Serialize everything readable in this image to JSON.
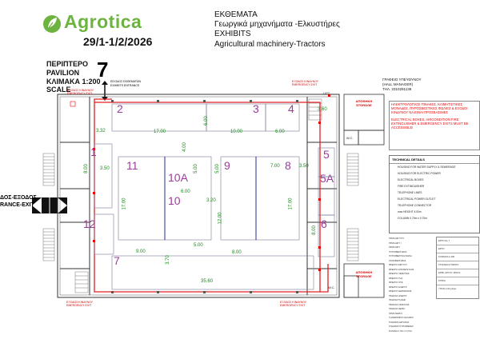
{
  "header": {
    "brand": "Agrotica",
    "dates": "29/1-1/2/2026",
    "exhibits_gr": "ΕΚΘΕΜΑΤΑ",
    "subtitle_gr": "Γεωργικά μηχανήματα -Ελκυστήρες",
    "exhibits_en": "EXHIBITS",
    "subtitle_en": "Agricultural machinery-Tractors"
  },
  "pavilion": {
    "label_gr": "ΠΕΡΙΠΤΕΡΟ",
    "label_en": "PAVILION",
    "scale_gr": "ΚΛΙΜΑΚΑ 1:200",
    "scale_en": "SCALE",
    "number": "7",
    "entrance_gr": "ΕΙΣΟΔΟΣ ΕΚΘΕΜΑΤΩΝ",
    "entrance_en": "EXHIBITS ENTRANCE"
  },
  "side_exit": {
    "gr": "ΔΟΣ-ΕΞΟΔΟΣ",
    "en": "RANCE-EXIT"
  },
  "manager": {
    "gr": "ΓΡΑΦΕΙΟ ΥΠΕΥΘΥΝΟΥ",
    "en": "(HALL MANAGER)",
    "tel": "ΤΗΛ. 2310291138"
  },
  "warning": {
    "gr": "ΗΛΕΚΤΡΟΛΟΓΙΚΟΙ ΠΙΝΑΚΕΣ, ΚΛΙΜΑΤΙΣΤΙΚΕΣ ΜΟΝΑΔΕΣ, ΠΥΡΟΣΒΕΣΤΙΚΕΣ ΦΩΛΙΕΣ & ΕΞΟΔΟΙ ΚΙΝΔΥΝΟΥ ΝΑ ΕΙΝΑΙ ΠΡΟΣΒΑΣΙΜΕΣ",
    "en": "ELECTRICAL BOXES, AIRCONDITION FIRE EXTINGUISHER & EMERGENCY EXITS MUST BE ACCESSIBLE!"
  },
  "technical": {
    "title": "TECHNICAL DETAILS",
    "items": [
      "HOUSING FOR WATER SUPPLY & SEWERAGE",
      "HOUSING FOR ELECTRIC POWER",
      "ELECTRICAL BOXES",
      "FIRE EXTINGUISHER",
      "TELEPHONE LINES",
      "ELECTRICAL POWER OUTLET",
      "TELEPHONE CONNECTOR",
      "max HEIGHT 4.00m",
      "COLUMN 0.70m x 0.70m"
    ]
  },
  "rooms": {
    "storage_gr": "ΑΠΟΘΗΚΗ",
    "storage_en": "STORAGE",
    "wc": "W.C.",
    "lift": "LIFT",
    "emergency": "ΕΞΟΔΟΣ ΚΙΝΔΥΝΟΥ EMERGENCY EXIT"
  },
  "booths": [
    {
      "id": "2"
    },
    {
      "id": "3"
    },
    {
      "id": "4"
    },
    {
      "id": "1"
    },
    {
      "id": "11"
    },
    {
      "id": "10A"
    },
    {
      "id": "10"
    },
    {
      "id": "9"
    },
    {
      "id": "8"
    },
    {
      "id": "5"
    },
    {
      "id": "5A"
    },
    {
      "id": "12"
    },
    {
      "id": "6"
    },
    {
      "id": "7"
    }
  ],
  "dimensions": {
    "d1": "3.32",
    "d2": "17.00",
    "d3": "6.00",
    "d4": "10.00",
    "d5": "6.00",
    "d6": "4.00",
    "d7": "8.00",
    "d8": "3.50",
    "d9": "5.00",
    "d10": "17.00",
    "d11": "6.00",
    "d12": "5.00",
    "d13": "3.20",
    "d14": "12.00",
    "d15": "7.00",
    "d16": "3.50",
    "d17": "17.00",
    "d18": "8.00",
    "d19": "9.00",
    "d20": "5.00",
    "d21": "8.00",
    "d22": "3.70",
    "d23": "35.60",
    "d24": "3.60"
  },
  "legend_small": [
    "ΠΡΙΖΑ ΔΙΚΤΥΟΥ",
    "ΠΡΙΖΑ ΔΙΚΤ. Ι",
    "ΠΡΙΖΑ ΔΙΚΤ.",
    "ΠΥΡΟΣΒΕΣΤΗΡΑΣ",
    "ΠΥΡΟΣΒΕΣΤΙΚΗ ΦΩΛΙΑ",
    "ΚΑΤΑΣΒΕΣΤΗΡΑΣ",
    "ΦΡΕΑΤΙΟ ΔΙΚΤΥΟΥ",
    "ΦΡΕΑΤΙΟ ΑΠΟΧΕΤΕΥΣΗΣ",
    "ΦΡΕΑΤΙΟ ΥΔΡΕΥΣΗΣ",
    "ΦΡΕΑΤΙΟ ΤΗΛ.",
    "ΦΡΕΑΤΙΟ ΟΤΕ",
    "ΦΡΕΑΤΙΟ ΗΛΕΚΤΡ.",
    "ΦΡΕΑΤΙΟ ΘΕΡΜΑΝΣΗΣ",
    "ΠΙΝΑΚΑΣ ΗΛΕΚΤΡ.",
    "ΠΙΝΑΚΑΣ ΤΗΛΕΦ.",
    "ΠΙΝΑΚΑΣ ΥΔΡΕΥΣΗΣ",
    "ΠΙΝΑΚΑΣ ΘΕΡΜ.",
    "ΠΡΙΖΑ ΝΕΡΟΥ",
    "ΤΗΛΕΦΩΝΙΚΟΙ ΘΑΛΑΜΟΙ",
    "ΣΤΑΘΜΟΣ ΕΡΓΑΣΙΑΣ",
    "ΣΤΑΘΜΟΣ ΠΥΡΟΣΒΕΣΗΣ",
    "ΚΟΛΩΝΑ 0.70m X 0.70m"
  ],
  "info_box": [
    "ΕΡΓΟ Νο 7",
    "ΕΡΓΟ",
    "ΚΛΙΜΑΚΑ 1:200",
    "ΣΤΟΙΧΕΙΑ ΚΤΗΡΙΟΥ",
    "ΕΠΙΦ. ΑΡΓΟΥ 1560 Ν.",
    "ΚΤΙΡΙΑ",
    "ΥΨΟΣ 4.00 μέτρα"
  ]
}
